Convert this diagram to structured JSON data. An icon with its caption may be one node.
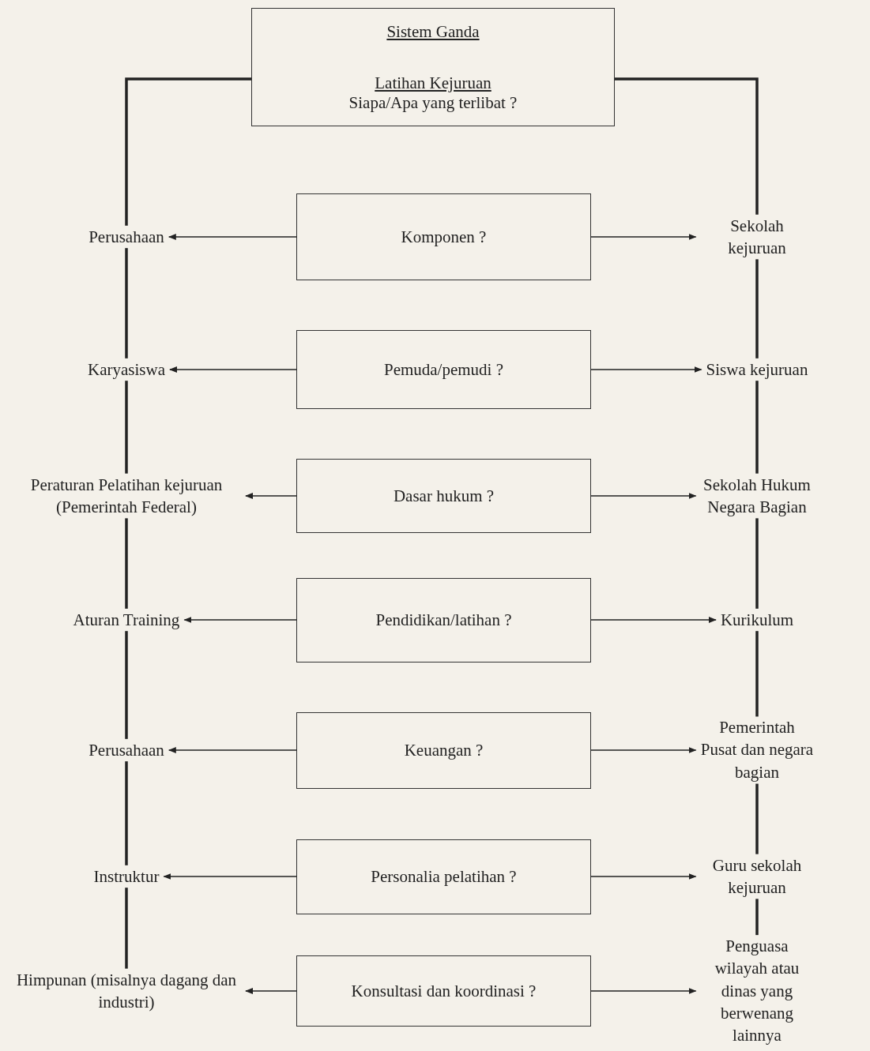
{
  "diagram": {
    "nodes": [
      {
        "text": [
          "Sistem Ganda",
          "Latihan Kejuruan",
          "Siapa/Apa yang terlibat ?"
        ]
      },
      {
        "text": [
          "Perusahaan"
        ]
      },
      {
        "text": [
          "Komponen ?"
        ]
      },
      {
        "text": [
          "Sekolah kejuruan"
        ]
      },
      {
        "text": [
          "Karyasiswa"
        ]
      },
      {
        "text": [
          "Pemuda/pemudi ?"
        ]
      },
      {
        "text": [
          "Siswa kejuruan"
        ]
      },
      {
        "text": [
          "Peraturan Pelatihan kejuruan (Pemerintah Federal)"
        ]
      },
      {
        "text": [
          "Dasar hukum ?"
        ]
      },
      {
        "text": [
          "Sekolah Hukum Negara Bagian"
        ]
      },
      {
        "text": [
          "Aturan Training"
        ]
      },
      {
        "text": [
          "Pendidikan/latihan ?"
        ]
      },
      {
        "text": [
          "Kurikulum"
        ]
      },
      {
        "text": [
          "Perusahaan"
        ]
      },
      {
        "text": [
          "Keuangan ?"
        ]
      },
      {
        "text": [
          "Pemerintah Pusat dan negara bagian"
        ]
      },
      {
        "text": [
          "Instruktur"
        ]
      },
      {
        "text": [
          "Personalia pelatihan ?"
        ]
      },
      {
        "text": [
          "Guru sekolah kejuruan"
        ]
      },
      {
        "text": [
          "Himpunan (misalnya dagang dan industri)"
        ]
      },
      {
        "text": [
          "Konsultasi dan koordinasi ?"
        ]
      },
      {
        "text": [
          "Penguasa wilayah atau dinas yang berwenang lainnya"
        ]
      }
    ],
    "edges": [
      {
        "from": 2,
        "to": 1,
        "arrow": "to"
      },
      {
        "from": 2,
        "to": 3,
        "arrow": "to"
      },
      {
        "from": 5,
        "to": 4,
        "arrow": "to"
      },
      {
        "from": 5,
        "to": 6,
        "arrow": "to"
      },
      {
        "from": 8,
        "to": 7,
        "arrow": "to"
      },
      {
        "from": 8,
        "to": 9,
        "arrow": "to"
      },
      {
        "from": 11,
        "to": 10,
        "arrow": "to"
      },
      {
        "from": 11,
        "to": 12,
        "arrow": "to"
      },
      {
        "from": 14,
        "to": 13,
        "arrow": "to"
      },
      {
        "from": 14,
        "to": 15,
        "arrow": "to"
      },
      {
        "from": 17,
        "to": 16,
        "arrow": "to"
      },
      {
        "from": 17,
        "to": 18,
        "arrow": "to"
      },
      {
        "from": 20,
        "to": 19,
        "arrow": "to"
      },
      {
        "from": 20,
        "to": 21,
        "arrow": "to"
      },
      {
        "from": 0,
        "to": 1,
        "arrow": "none",
        "style": "thick"
      },
      {
        "from": 1,
        "to": 4,
        "arrow": "none",
        "style": "thick"
      },
      {
        "from": 4,
        "to": 7,
        "arrow": "none",
        "style": "thick"
      },
      {
        "from": 7,
        "to": 10,
        "arrow": "none",
        "style": "thick"
      },
      {
        "from": 10,
        "to": 13,
        "arrow": "none",
        "style": "thick"
      },
      {
        "from": 13,
        "to": 16,
        "arrow": "none",
        "style": "thick"
      },
      {
        "from": 16,
        "to": 19,
        "arrow": "none",
        "style": "thick"
      },
      {
        "from": 0,
        "to": 3,
        "arrow": "none",
        "style": "thick"
      },
      {
        "from": 3,
        "to": 6,
        "arrow": "none",
        "style": "thick"
      },
      {
        "from": 6,
        "to": 9,
        "arrow": "none",
        "style": "thick"
      },
      {
        "from": 9,
        "to": 12,
        "arrow": "none",
        "style": "thick"
      },
      {
        "from": 12,
        "to": 15,
        "arrow": "none",
        "style": "thick"
      },
      {
        "from": 15,
        "to": 18,
        "arrow": "none",
        "style": "thick"
      },
      {
        "from": 18,
        "to": 21,
        "arrow": "none",
        "style": "thick"
      }
    ]
  }
}
